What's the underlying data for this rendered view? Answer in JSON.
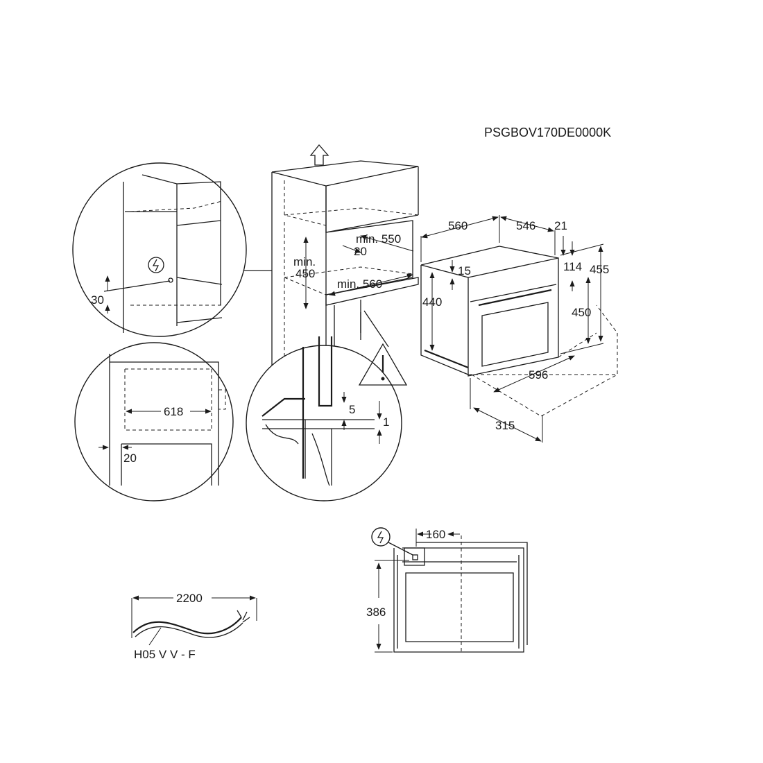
{
  "model_code": "PSGBOV170DE0000K",
  "cable": {
    "type": "H05 V V - F",
    "length": "2200"
  },
  "niche": {
    "height_label_1": "min.",
    "height_label_2": "450",
    "depth_label": "min. 550",
    "width_label": "min. 560",
    "gap_label": "20"
  },
  "appliance": {
    "width": "596",
    "depth": "560",
    "depth_body": "546",
    "front_thickness": "21",
    "front_height": "455",
    "upper_offset": "114",
    "body_height": "440",
    "door_gap": "15",
    "door_height": "450",
    "opening_depth": "315"
  },
  "detail_socket": {
    "height": "30"
  },
  "detail_cabinet": {
    "width": "618",
    "offset": "20"
  },
  "detail_warning": {
    "gap": "5",
    "offset": "1"
  },
  "rear_view": {
    "socket_offset": "160",
    "height": "386"
  },
  "colors": {
    "line": "#1a1a1a",
    "background": "#ffffff"
  }
}
